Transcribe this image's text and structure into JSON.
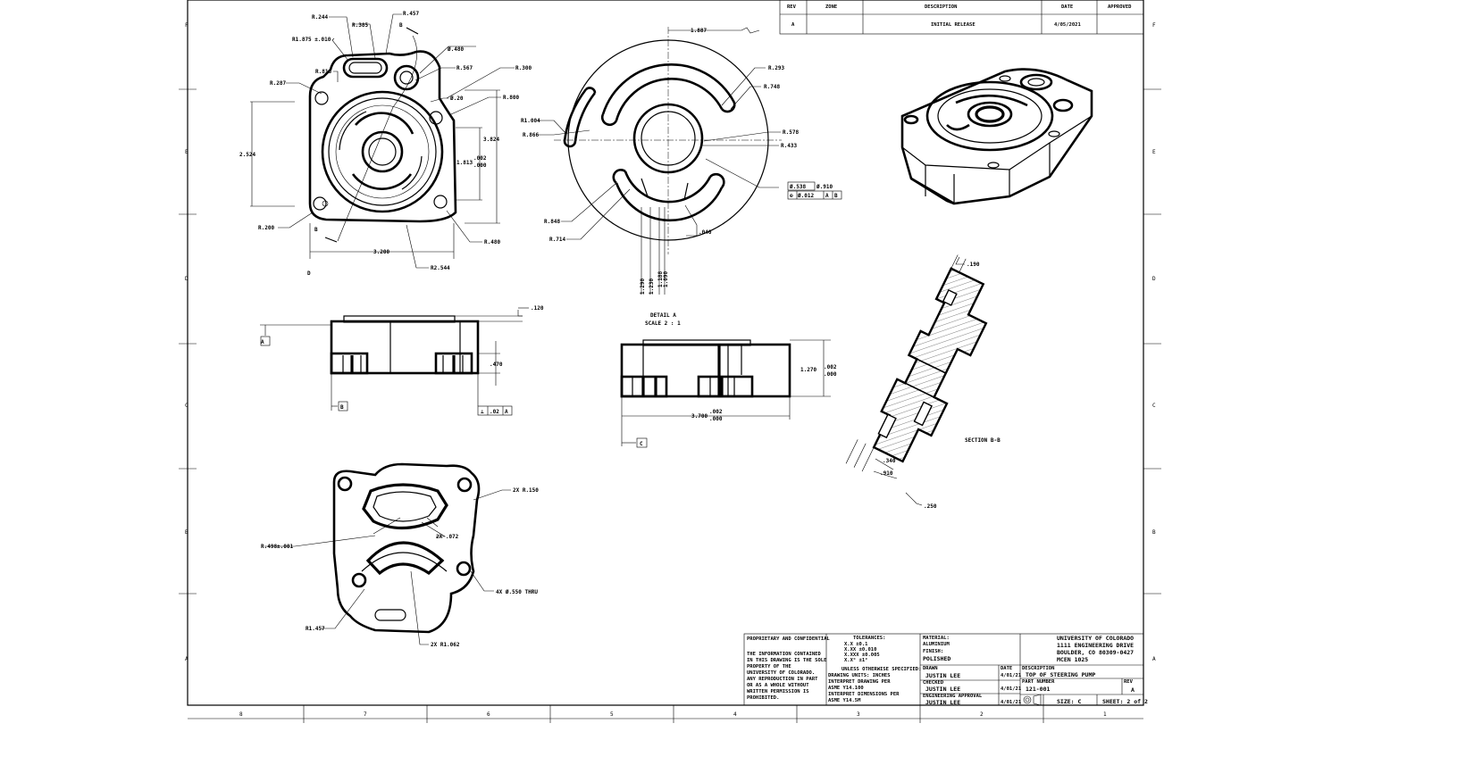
{
  "revision_block": {
    "headers": [
      "REV",
      "ZONE",
      "DESCRIPTION",
      "DATE",
      "APPROVED"
    ],
    "row": [
      "A",
      "",
      "INITIAL RELEASE",
      "4/05/2021",
      ""
    ]
  },
  "zones": {
    "rows_left": [
      "F",
      "E",
      "D",
      "C",
      "B",
      "A"
    ],
    "rows_right": [
      "F",
      "E",
      "D",
      "C",
      "B",
      "A"
    ],
    "cols": [
      "8",
      "7",
      "6",
      "5",
      "4",
      "3",
      "2",
      "1"
    ]
  },
  "view_top": {
    "r244": "R.244",
    "r385": "R.385",
    "r457": "R.457",
    "b_top": "B",
    "r1875": "R1.875 ±.010",
    "dia480": "Ø.480",
    "r567": "R.567",
    "r300": "R.300",
    "r818": "R.818",
    "r287": "R.287",
    "dia20": "Ø.20",
    "r800": "R.800",
    "w2524": "2.524",
    "h3824": "3.824",
    "d1813": "1.813",
    "tol1": ".002",
    "tol2": ".000",
    "r200": "R.200",
    "b_bot": "B",
    "r480": "R.480",
    "w3200": "3.200",
    "r2544": "R2.544",
    "d_mark": "D"
  },
  "view_detail": {
    "d1887": "1.887",
    "r293": "R.293",
    "r748": "R.748",
    "r1004": "R1.004",
    "r866": "R.866",
    "r578": "R.578",
    "r433": "R.433",
    "fcf1a": "Ø.538",
    "fcf1b": "Ø.910",
    "fcf2a": "Ø.012",
    "fcf2b": "A",
    "fcf2c": "B",
    "r848": "R.848",
    "r714": "R.714",
    "d040": ".040",
    "v1": "1.290",
    "v2": "1.230",
    "v3": "1.188",
    "v4": "1.090",
    "label": "DETAIL A",
    "scale": "SCALE 2 : 1"
  },
  "view_front": {
    "d120": ".120",
    "datum_a": "A",
    "d470": ".470",
    "datum_b": "B",
    "fcf_val": ".02",
    "fcf_ref": "A"
  },
  "view_side": {
    "h1270": "1.270",
    "tol1": ".002",
    "tol2": ".000",
    "w3700": "3.700",
    "wtol1": ".002",
    "wtol2": ".000",
    "datum_c": "C"
  },
  "view_section": {
    "d190": ".190",
    "label": "SECTION B-B",
    "d340": ".340",
    "d910": ".910",
    "d250": ".250"
  },
  "view_bottom": {
    "r150": "2X R.150",
    "r498": "R.498±.001",
    "d072": "2X .072",
    "thru": "4X Ø.550 THRU",
    "r1457": "R1.457",
    "r1062": "2X R1.062"
  },
  "title_block": {
    "prop_title": "PROPRIETARY AND CONFIDENTIAL",
    "prop_lines": [
      "THE INFORMATION CONTAINED",
      "IN THIS DRAWING IS THE SOLE",
      "PROPERTY OF THE",
      "UNIVERSITY OF COLORADO.",
      "ANY REPRODUCTION IN PART",
      "OR AS A WHOLE WITHOUT",
      "WRITTEN PERMISSION IS",
      "PROHIBITED."
    ],
    "tol_title": "TOLERANCES:",
    "tol_lines": [
      "X.X     ±0.1",
      "X.XX    ±0.010",
      "X.XXX   ±0.005",
      "X.X°    ±1°"
    ],
    "unless": "UNLESS OTHERWISE SPECIFIED:",
    "units": [
      "DRAWING UNITS: INCHES",
      "INTERPRET DRAWING PER",
      "ASME Y14.100",
      "INTERPRET DIMENSIONS PER",
      "ASME Y14.5M"
    ],
    "material_label": "MATERIAL:",
    "material": "ALUMINIUM",
    "finish_label": "FINISH:",
    "finish": "POLISHED",
    "drawn_label": "DRAWN",
    "drawn": "JUSTIN LEE",
    "drawn_date": "4/01/21",
    "checked_label": "CHECKED",
    "checked": "JUSTIN LEE",
    "checked_date": "4/01/21",
    "approved_label": "ENGINEERING APPROVAL",
    "approved": "JUSTIN LEE",
    "approved_date": "4/01/21",
    "date_label": "DATE",
    "org": [
      "UNIVERSITY OF COLORADO",
      "1111 ENGINEERING DRIVE",
      "BOULDER, CO 80309-0427",
      "MCEN 1025"
    ],
    "desc_label": "DESCRIPTION",
    "desc": "TOP OF STEERING PUMP",
    "part_label": "PART NUMBER",
    "part": "121-001",
    "rev_label": "REV",
    "rev": "A",
    "size": "SIZE: C",
    "sheet": "SHEET:  2 of 2"
  }
}
